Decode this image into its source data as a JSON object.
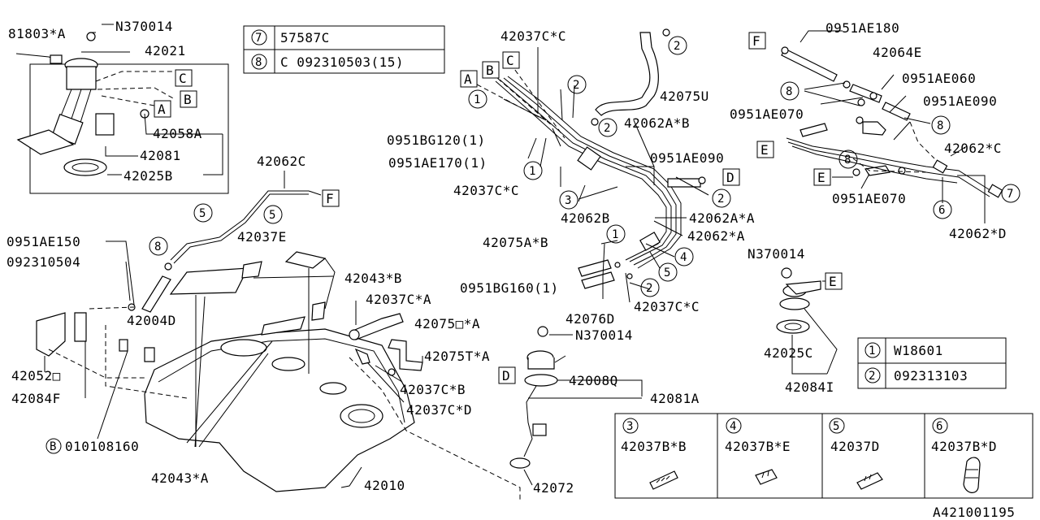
{
  "diagram_id": "A421001195",
  "legend_top": [
    {
      "key": "7",
      "part": "57587C"
    },
    {
      "key": "8",
      "part": "C 092310503(15)"
    }
  ],
  "legend_right": [
    {
      "key": "1",
      "part": "W18601"
    },
    {
      "key": "2",
      "part": "092313103"
    }
  ],
  "legend_bottom": [
    {
      "key": "3",
      "part": "42037B*B"
    },
    {
      "key": "4",
      "part": "42037B*E"
    },
    {
      "key": "5",
      "part": "42037D"
    },
    {
      "key": "6",
      "part": "42037B*D"
    }
  ],
  "callouts": {
    "c81803": "81803*A",
    "n370014_top": "N370014",
    "c42021": "42021",
    "c42058a": "42058A",
    "c42081": "42081",
    "c42025b": "42025B",
    "c42062c": "42062C",
    "c0951ae150": "0951AE150",
    "c092310504": "092310504",
    "c42037e": "42037E",
    "c42004d": "42004D",
    "c42052": "42052□",
    "c42084f": "42084F",
    "c010108160": "010108160",
    "c42043b": "42043*B",
    "c42043a": "42043*A",
    "c42010": "42010",
    "c42037ca_left": "42037C*A",
    "c42075_a": "42075□*A",
    "c42075ta": "42075T*A",
    "c42037cb": "42037C*B",
    "c42037cd": "42037C*D",
    "c42037cc_top": "42037C*C",
    "c0951bg120": "0951BG120(1)",
    "c0951ae170": "0951AE170(1)",
    "c42037cc_mid": "42037C*C",
    "c42075u": "42075U",
    "c42062ab": "42062A*B",
    "c0951ae090_mid": "0951AE090",
    "c42062b": "42062B",
    "c42062aa": "42062A*A",
    "c42062a": "42062*A",
    "c42075ab": "42075A*B",
    "c0951bg160": "0951BG160(1)",
    "c42076d": "42076D",
    "c42037cc_low": "42037C*C",
    "n370014_mid": "N370014",
    "c42008q": "42008Q",
    "c42081a": "42081A",
    "c42072": "42072",
    "c0951ae180": "0951AE180",
    "c42064e": "42064E",
    "c0951ae060": "0951AE060",
    "c0951ae070_top": "0951AE070",
    "c0951ae090_right": "0951AE090",
    "c42062c_right": "42062*C",
    "c0951ae070_low": "0951AE070",
    "c42062d": "42062*D",
    "n370014_right": "N370014",
    "c42025c": "42025C",
    "c42084i": "42084I"
  },
  "ref_letters": {
    "a": "A",
    "b": "B",
    "c": "C",
    "d": "D",
    "e": "E",
    "f": "F"
  },
  "circle_keys": {
    "one": "1",
    "two": "2",
    "three": "3",
    "four": "4",
    "five": "5",
    "six": "6",
    "seven": "7",
    "eight": "8",
    "b": "B"
  }
}
